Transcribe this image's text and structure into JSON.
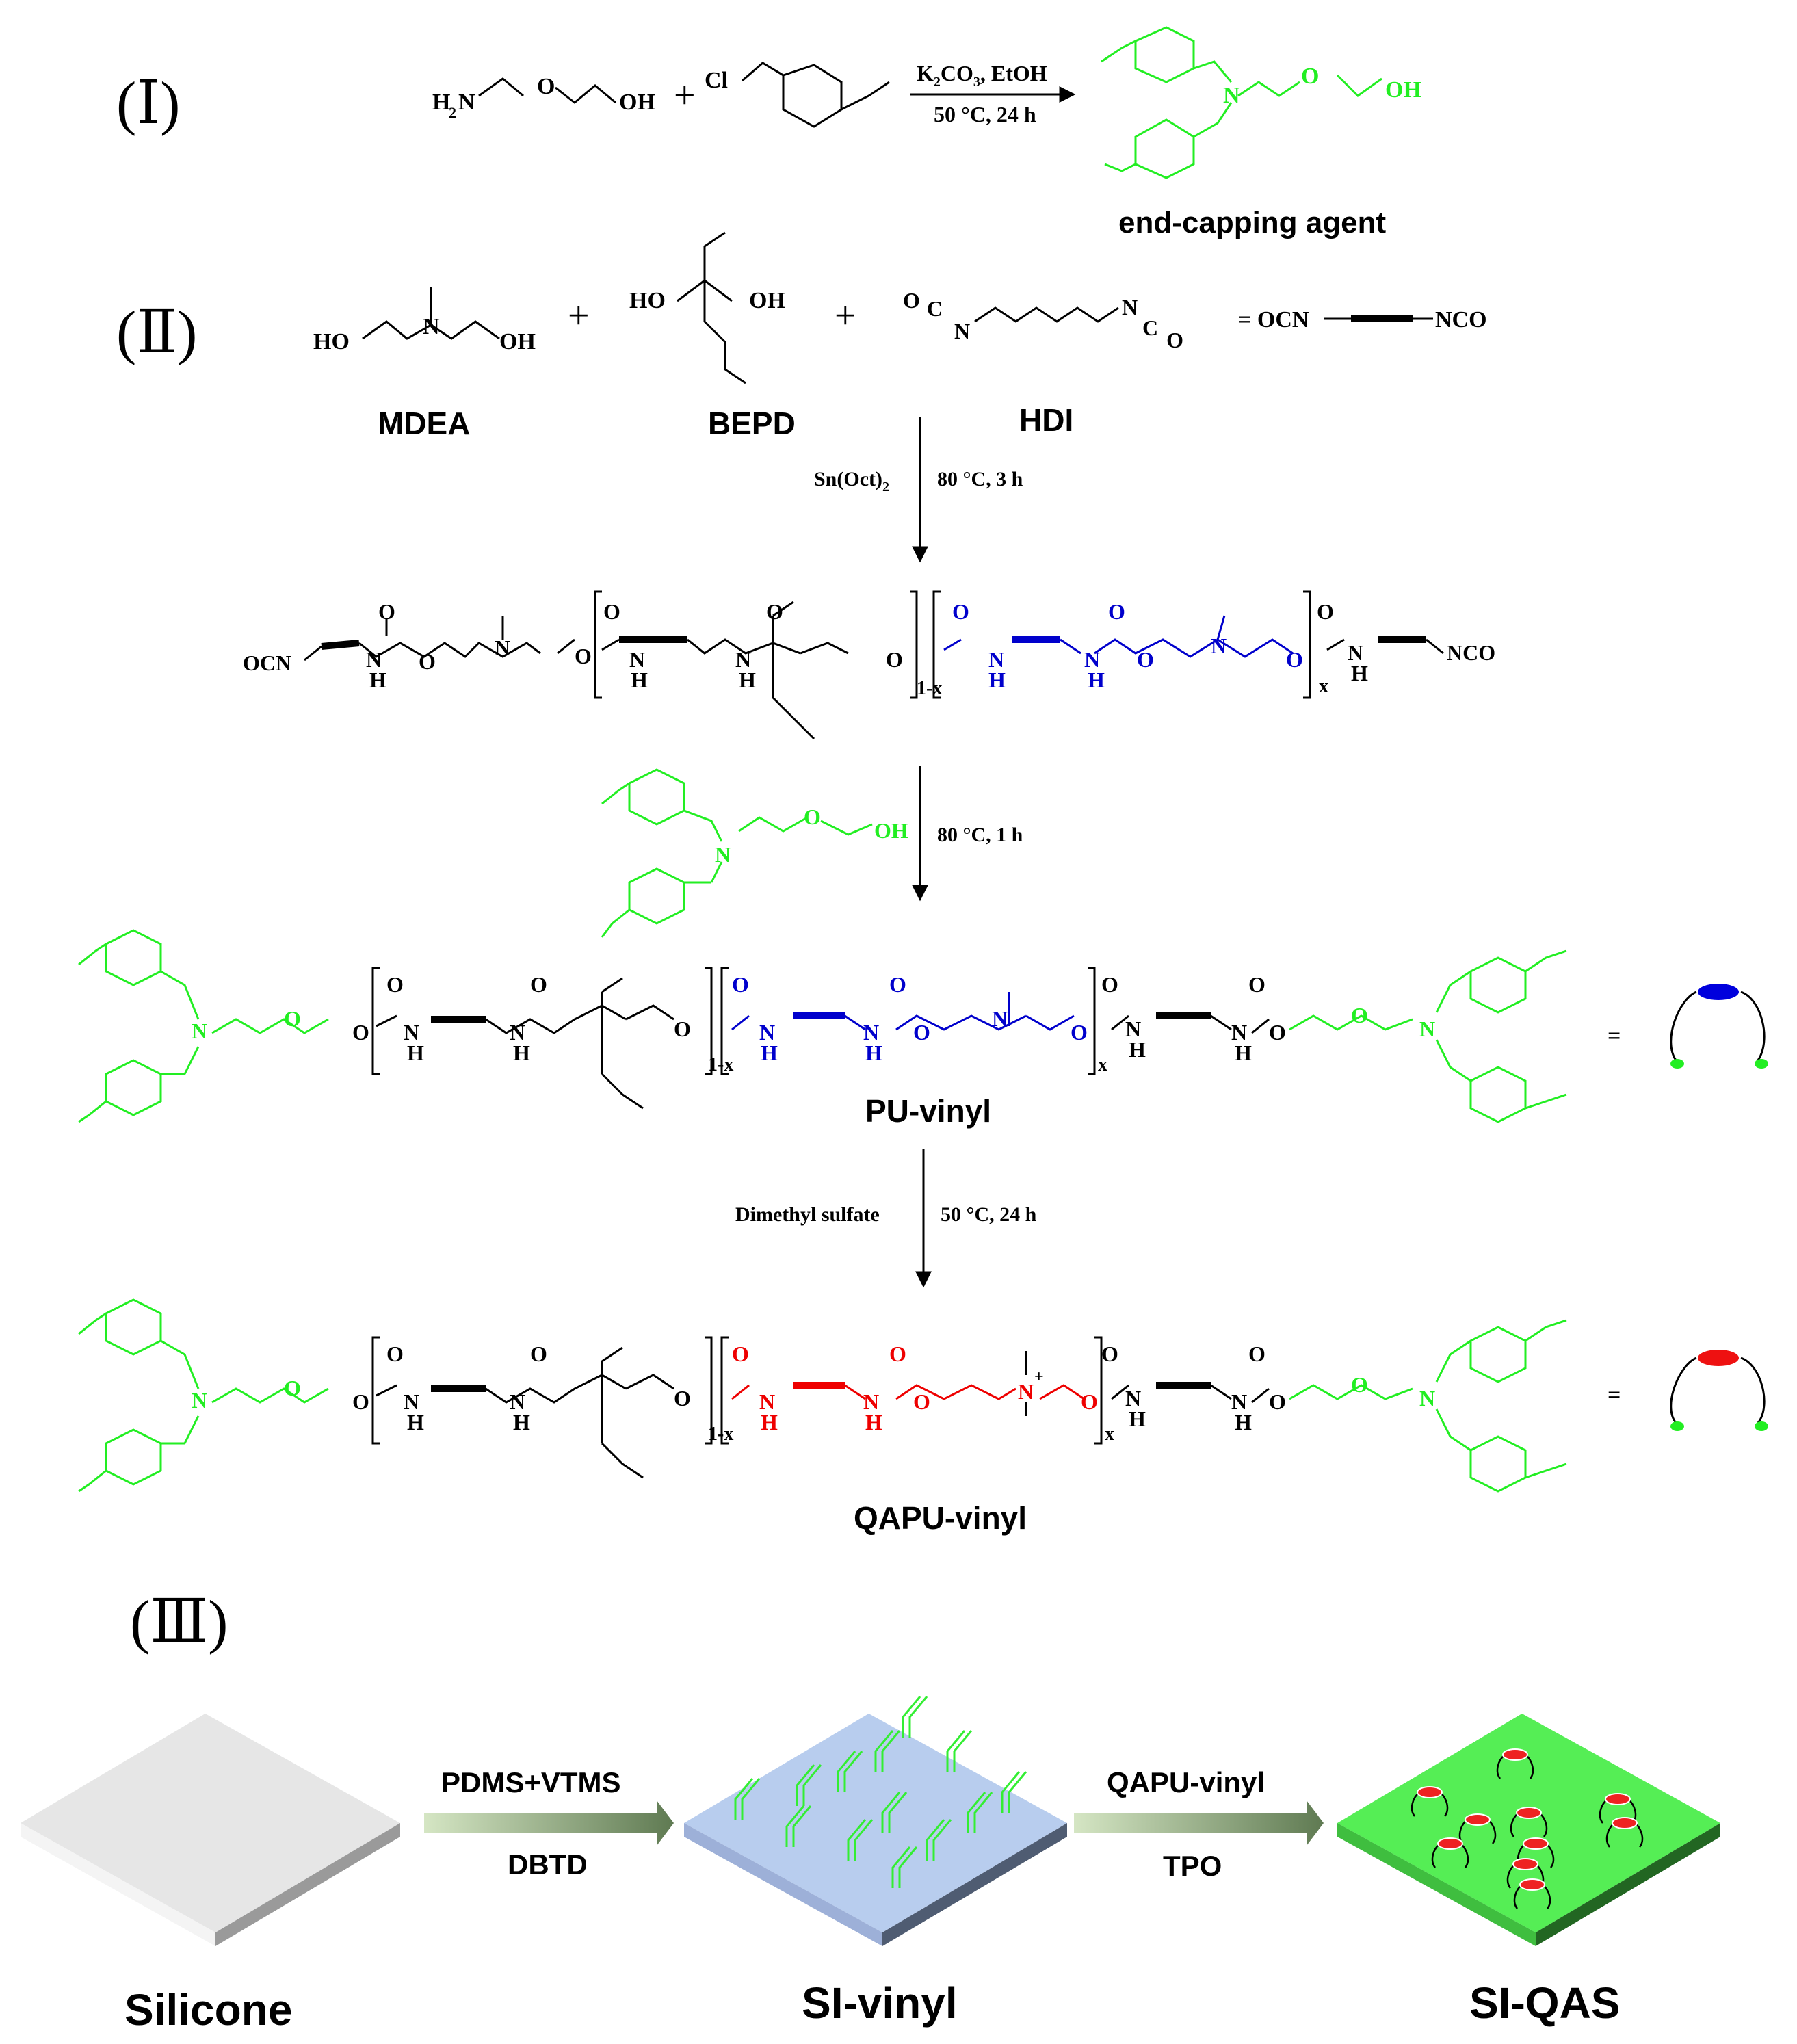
{
  "sections": {
    "s1": "(Ⅰ)",
    "s2": "(Ⅱ)",
    "s3": "(Ⅲ)"
  },
  "colors": {
    "green": "#22ee22",
    "blue": "#0000cc",
    "red": "#ee0000",
    "black": "#000000",
    "arrow_fill": "#7f9f70",
    "surface_silicone": "#e6e6e6",
    "surface_vinyl": "#b8cdee",
    "surface_qas": "#55ee55"
  },
  "step1": {
    "reactant1_h": "H",
    "reactant1_sub": "2",
    "reactant1_n": "N",
    "reactant1_o": "O",
    "reactant1_oh": "OH",
    "plus": "+",
    "cl": "Cl",
    "cond_top_k": "K",
    "cond_top_sub1": "2",
    "cond_top_co": "CO",
    "cond_top_sub2": "3",
    "cond_top_rest": ", EtOH",
    "cond_bottom": "50 °C, 24 h",
    "prod_n": "N",
    "prod_o": "O",
    "prod_oh": "OH",
    "product_label": "end-capping agent"
  },
  "step2": {
    "mdea_ho": "HO",
    "mdea_n": "N",
    "mdea_oh": "OH",
    "mdea_label": "MDEA",
    "bepd_ho": "HO",
    "bepd_oh": "OH",
    "bepd_label": "BEPD",
    "hdi_o1": "O",
    "hdi_c1": "C",
    "hdi_n1": "N",
    "hdi_n2": "N",
    "hdi_c2": "C",
    "hdi_o2": "O",
    "hdi_label": "HDI",
    "eq_left": "= OCN",
    "eq_right": "NCO",
    "plus": "+",
    "cond1_left_a": "Sn(Oct)",
    "cond1_left_sub": "2",
    "cond1_right": "80 °C, 3 h",
    "cond2_right": "80 °C, 1 h",
    "cond3_left": "Dimethyl sulfate",
    "cond3_right": "50 °C, 24 h"
  },
  "prepolymer": {
    "ocn": "OCN",
    "nco": "NCO",
    "o": "O",
    "n": "N",
    "h": "H",
    "one_minus_x": "1-x",
    "x": "x"
  },
  "pu_vinyl": {
    "label": "PU-vinyl",
    "equals": "=",
    "plus_charge": "+"
  },
  "qapu_vinyl": {
    "label": "QAPU-vinyl",
    "equals": "="
  },
  "step3": {
    "arrow1_top": "PDMS+VTMS",
    "arrow1_bottom": "DBTD",
    "arrow2_top": "QAPU-vinyl",
    "arrow2_bottom": "TPO",
    "silicone_label": "Silicone",
    "vinyl_label": "SI-vinyl",
    "qas_label": "SI-QAS"
  }
}
